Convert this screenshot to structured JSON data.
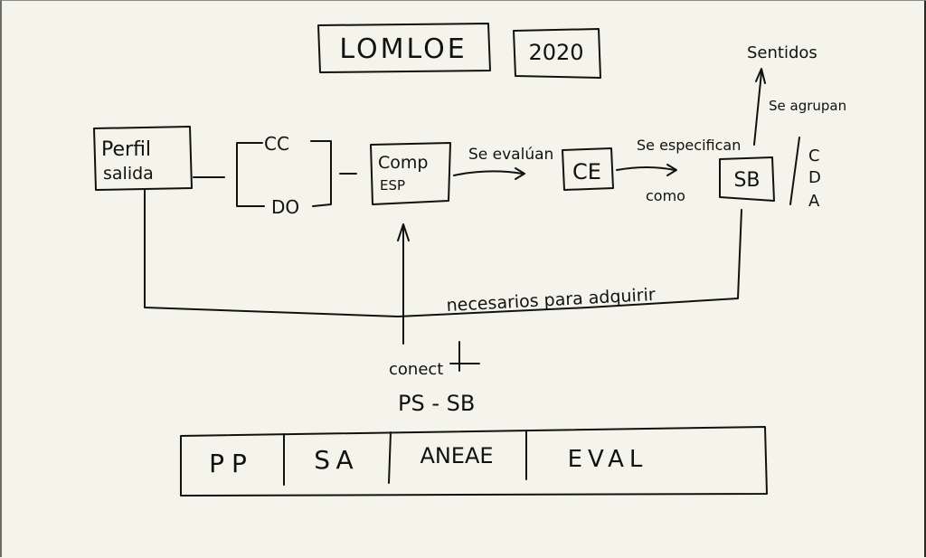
{
  "title": {
    "main": "LOMLOE",
    "year": "2020"
  },
  "nodes": {
    "perfil": [
      "Perfil",
      "salida"
    ],
    "cc": "CC",
    "do": "DO",
    "comp": [
      "Comp",
      "ESP"
    ],
    "ce": "CE",
    "sb": "SB",
    "sentidos": "Sentidos",
    "cda": [
      "C",
      "D",
      "A"
    ]
  },
  "edges": {
    "se_evaluan": "Se evalúan",
    "se_especifican": "Se especifican",
    "como": "como",
    "se_agrupan": "Se agrupan",
    "necesarios": "necesarios para adquirir",
    "conect": "conect",
    "ps_sb": "PS - SB"
  },
  "bottom_bar": [
    "PP",
    "SA",
    "ANEAE",
    "EVAL"
  ]
}
